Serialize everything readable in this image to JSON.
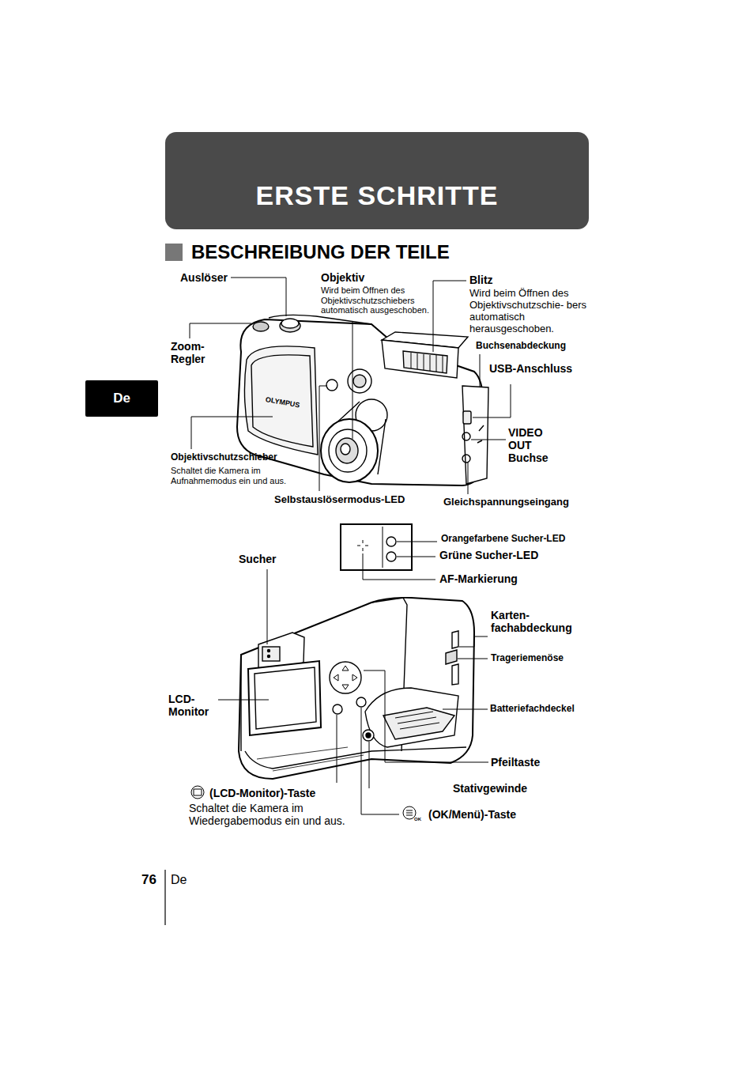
{
  "diagram": {
    "title": "ERSTE SCHRITTE",
    "nodes": [
      {
        "text": [
          "De"
        ]
      }
    ],
    "labels": [
      "BESCHREIBUNG DER TEILE",
      "Auslöser",
      "Objektiv",
      "Wird beim Öffnen des Objektivschutzschiebers automatisch ausgeschoben.",
      "Blitz",
      "Wird beim Öffnen des Objektivschutzschie- bers automatisch herausgeschoben.",
      "Buchsenabdeckung",
      "USB-Anschluss",
      "Zoom- Regler",
      "OLYMPUS",
      "VIDEO OUT Buchse",
      "Objektivschutzschieber",
      "Schaltet die Kamera im Aufnahmemodus ein und aus.",
      "Selbstauslösermodus-LED",
      "Gleichspannungseingang",
      "Orangefarbene Sucher-LED",
      "Grüne Sucher-LED",
      "Sucher",
      "AF-Markierung",
      "Karten- fachabdeckung",
      "Trageriemenöse",
      "LCD- Monitor",
      "Batteriefachdeckel",
      "Pfeiltaste",
      "Stativgewinde",
      "(LCD-Monitor)-Taste",
      "Schaltet die Kamera im Wiedergabemodus ein und aus.",
      "(OK/Menü)-Taste",
      "OK",
      "76",
      "De"
    ]
  }
}
